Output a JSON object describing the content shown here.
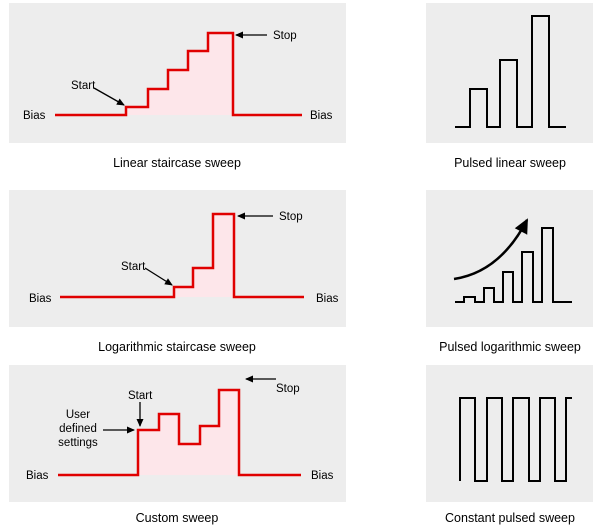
{
  "colors": {
    "panel_bg": "#ededed",
    "waveform_red": "#e00000",
    "fill_pink": "#fde6ea",
    "pulse_black": "#000000"
  },
  "panels": [
    {
      "id": "linear-staircase",
      "caption": "Linear staircase sweep",
      "labels": {
        "bias_left": "Bias",
        "bias_right": "Bias",
        "start": "Start",
        "stop": "Stop"
      }
    },
    {
      "id": "pulsed-linear",
      "caption": "Pulsed linear sweep"
    },
    {
      "id": "logarithmic-staircase",
      "caption": "Logarithmic staircase sweep",
      "labels": {
        "bias_left": "Bias",
        "bias_right": "Bias",
        "start": "Start",
        "stop": "Stop"
      }
    },
    {
      "id": "pulsed-logarithmic",
      "caption": "Pulsed logarithmic sweep"
    },
    {
      "id": "custom",
      "caption": "Custom sweep",
      "labels": {
        "bias_left": "Bias",
        "bias_right": "Bias",
        "start": "Start",
        "stop": "Stop",
        "user_lines": [
          "User",
          "defined",
          "settings"
        ]
      }
    },
    {
      "id": "constant-pulsed",
      "caption": "Constant pulsed sweep"
    }
  ]
}
